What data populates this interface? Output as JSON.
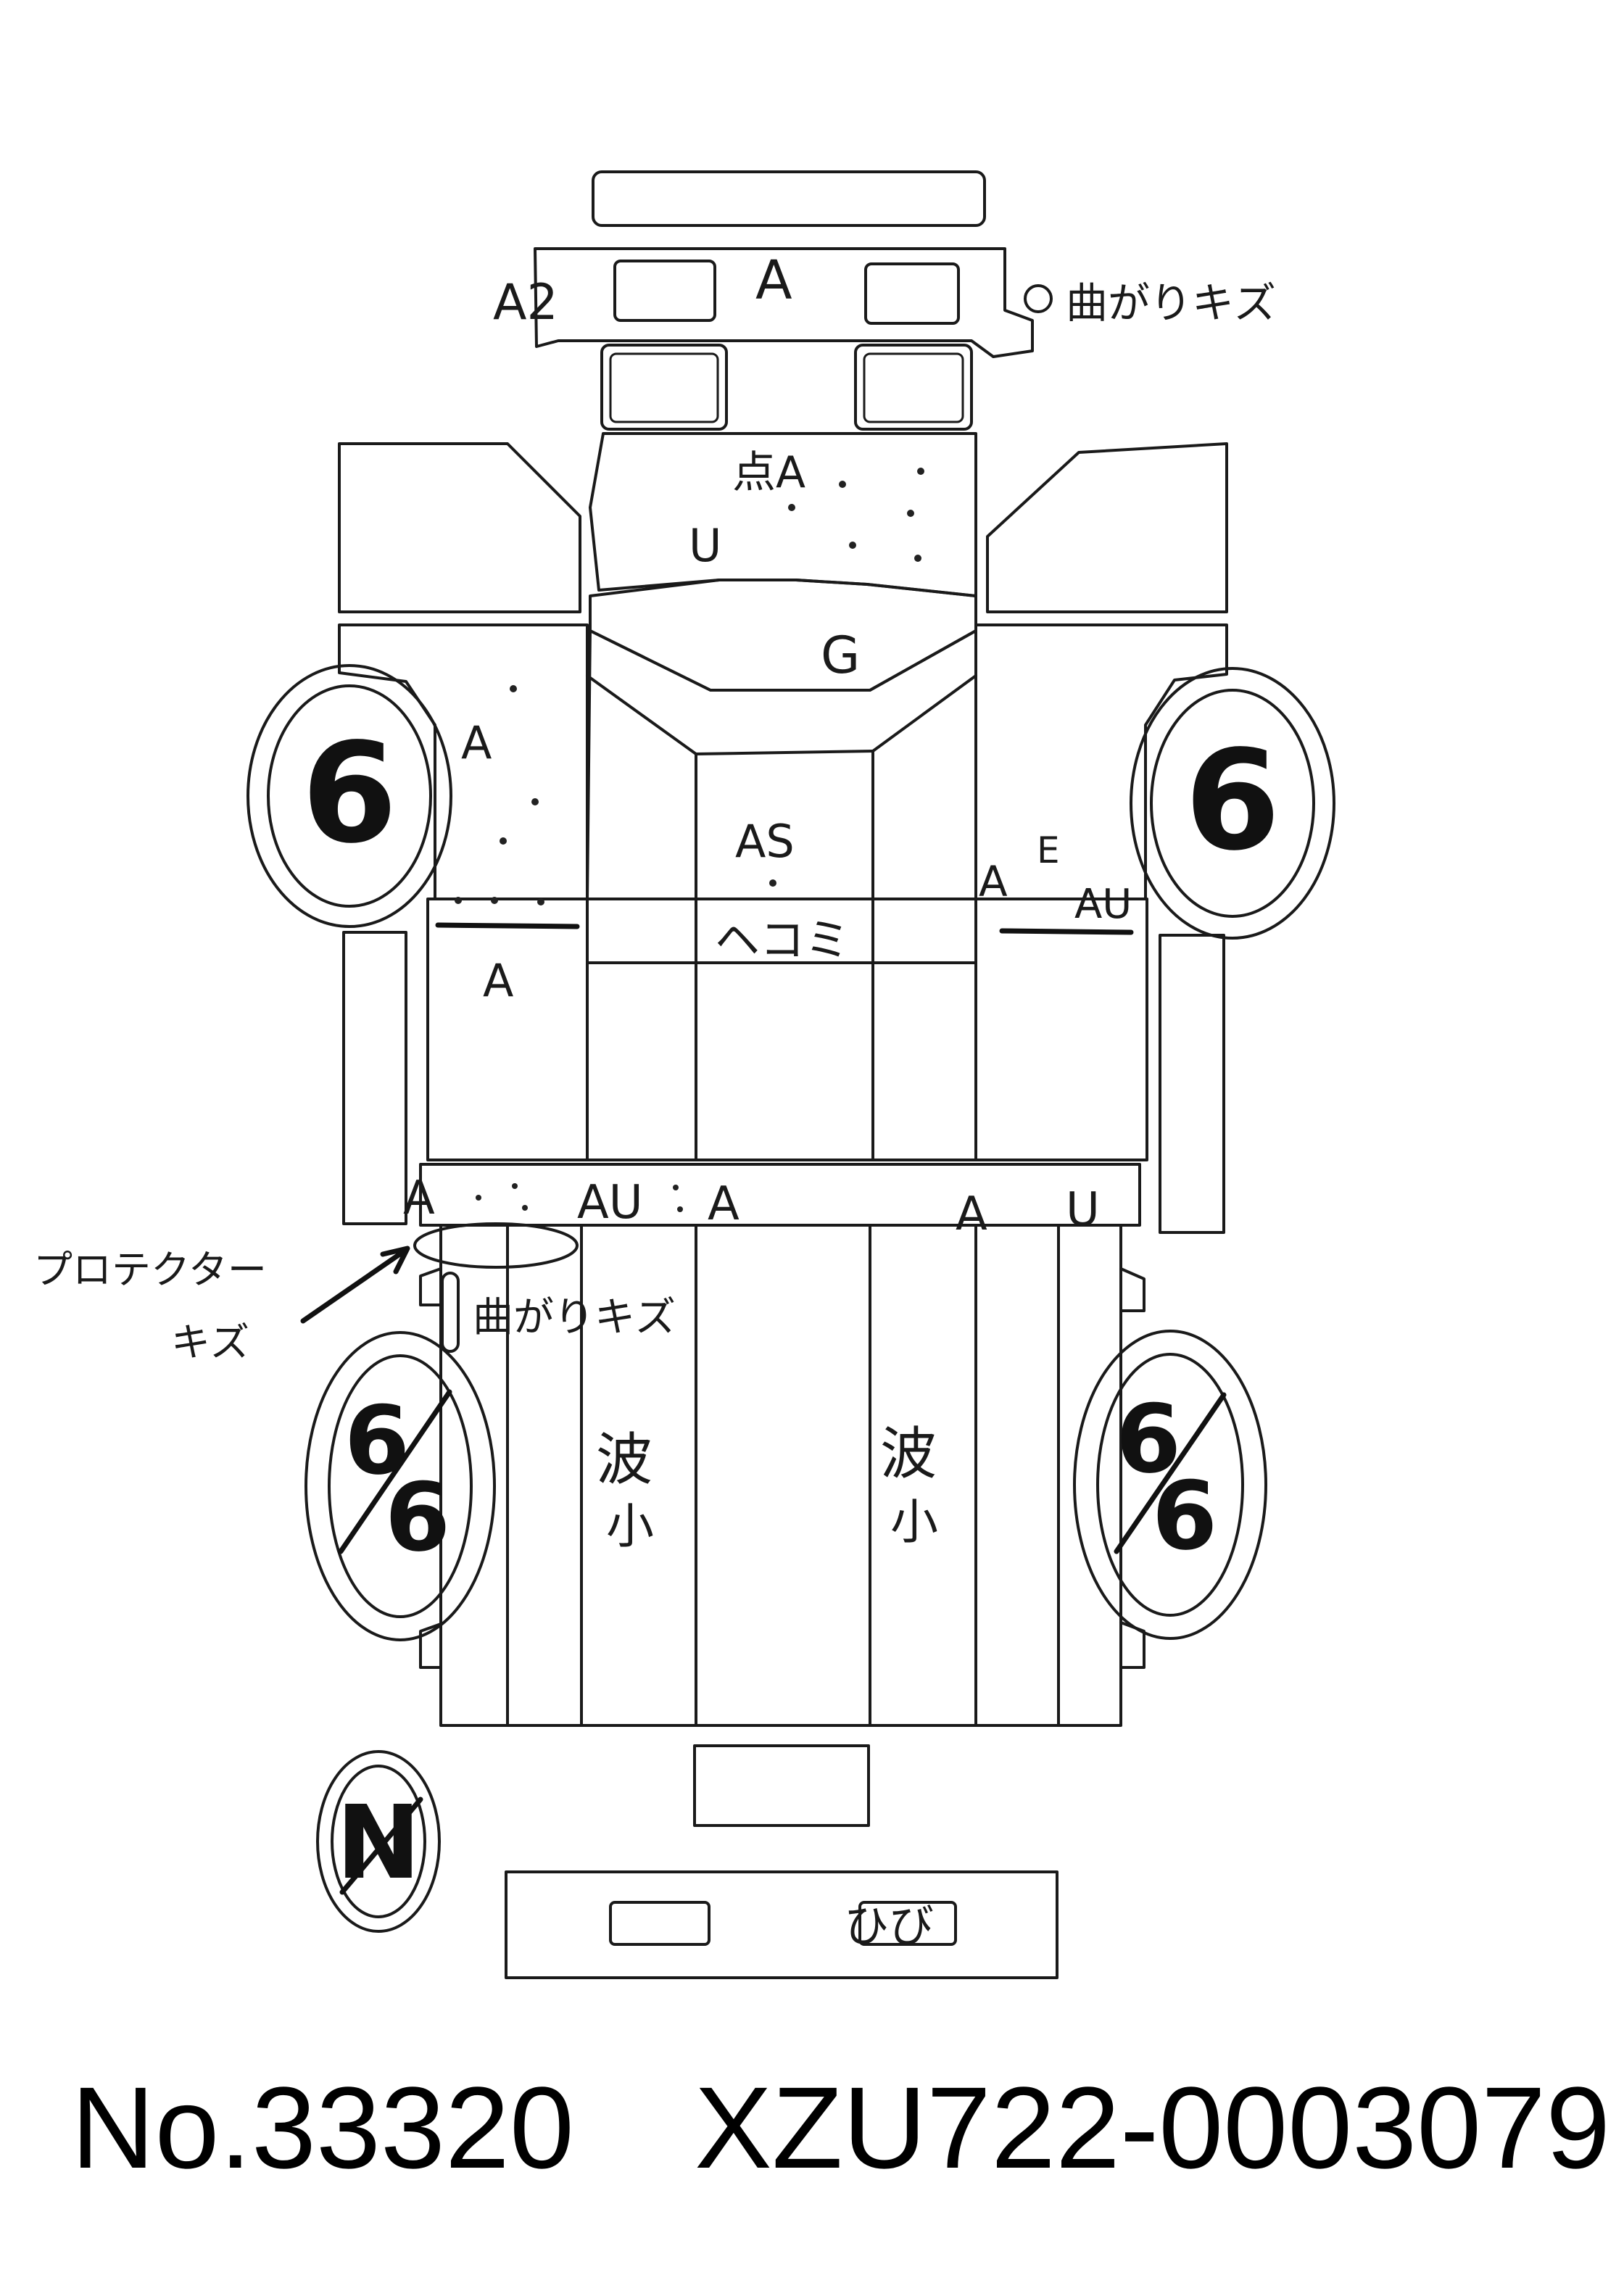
{
  "labels": {
    "front_bumper": "A",
    "front_bumper_left": "A2",
    "front_bumper_note": "曲がりキズ",
    "bonnet_note": "点A",
    "bonnet_left": "U",
    "front_glass": "G",
    "left_front_door": "A",
    "left_rocker": "A",
    "roof_top": "AS",
    "roof_dent": "ヘコミ",
    "right_front_a": "A",
    "right_front_e": "E",
    "right_front_au": "AU",
    "rear_panel_left": "A",
    "rear_panel_au": "AU",
    "rear_panel_center": "A",
    "rear_panel_right_a": "A",
    "rear_panel_right_u": "U",
    "protector_note_1": "プロテクター",
    "protector_note_2": "キズ",
    "rear_bend_note": "曲がりキズ",
    "deck_left_wave": "波",
    "deck_left_small": "小",
    "deck_right_wave": "波",
    "deck_right_small": "小",
    "rear_bumper_note": "ひび",
    "spare_tyre": "N"
  },
  "tyres": {
    "front_left": "6",
    "front_right": "6",
    "rear_left_top": "6",
    "rear_left_bottom": "6",
    "rear_right_top": "6",
    "rear_right_bottom": "6"
  },
  "footer": {
    "number": "No.33320",
    "chassis": "XZU722-0003079"
  }
}
